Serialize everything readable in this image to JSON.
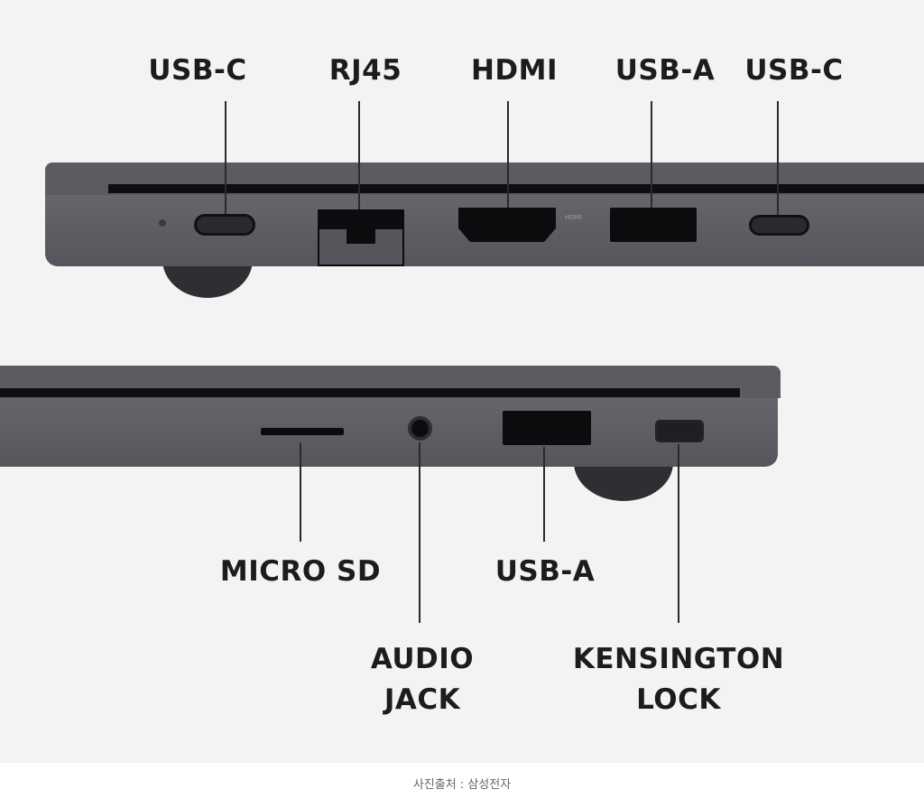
{
  "top_labels": [
    "USB-C",
    "RJ45",
    "HDMI",
    "USB-A",
    "USB-C"
  ],
  "hdmi_logo": "HDMI",
  "bottom_labels": {
    "micro_sd": "MICRO SD",
    "usb_a": "USB-A",
    "audio_jack": [
      "AUDIO",
      "JACK"
    ],
    "kensington_lock": [
      "KENSINGTON",
      "LOCK"
    ]
  },
  "caption": "사진출처 : 삼성전자",
  "colors": {
    "body": "#5b5c61",
    "port": "#0c0c0e",
    "background": "#f3f3f3"
  }
}
